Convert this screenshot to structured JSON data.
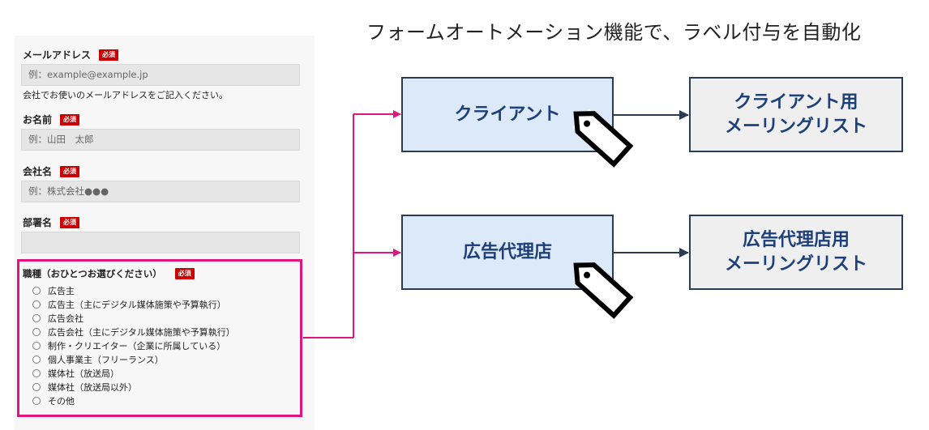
{
  "headline": "フォームオートメーション機能で、ラベル付与を自動化",
  "form": {
    "required_badge": "必須",
    "email": {
      "label": "メールアドレス",
      "placeholder": "例：example@example.jp",
      "hint": "会社でお使いのメールアドレスをご記入ください。"
    },
    "name": {
      "label": "お名前",
      "placeholder": "例：山田　太郎"
    },
    "company": {
      "label": "会社名",
      "placeholder": "例：株式会社●●●"
    },
    "department": {
      "label": "部署名",
      "placeholder": ""
    },
    "job": {
      "label": "職種（おひとつお選びください）",
      "options": [
        "広告主",
        "広告主（主にデジタル媒体施策や予算執行）",
        "広告会社",
        "広告会社（主にデジタル媒体施策や予算執行）",
        "制作・クリエイター（企業に所属している）",
        "個人事業主（フリーランス）",
        "媒体社（放送局）",
        "媒体社（放送局以外）",
        "その他"
      ]
    }
  },
  "diagram": {
    "source_boxes": [
      "クライアント",
      "広告代理店"
    ],
    "list_boxes": [
      {
        "line1": "クライアント用",
        "line2": "メーリングリスト"
      },
      {
        "line1": "広告代理店用",
        "line2": "メーリングリスト"
      }
    ],
    "colors": {
      "accent": "#e0167f",
      "box_fill": "#dce9f8",
      "list_fill": "#efefef",
      "border": "#2b3a55",
      "text": "#1d3f7a"
    }
  }
}
